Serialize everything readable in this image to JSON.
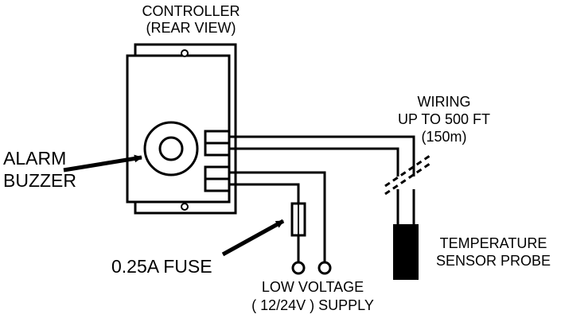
{
  "labels": {
    "controller_line1": "CONTROLLER",
    "controller_line2": "(REAR VIEW)",
    "alarm_line1": "ALARM",
    "alarm_line2": "BUZZER",
    "wiring_line1": "WIRING",
    "wiring_line2": "UP TO 500 FT",
    "wiring_line3": "(150m)",
    "probe_line1": "TEMPERATURE",
    "probe_line2": "SENSOR PROBE",
    "fuse": "0.25A FUSE",
    "supply_line1": "LOW VOLTAGE",
    "supply_line2": "( 12/24V ) SUPPLY"
  },
  "colors": {
    "line": "#000000",
    "background": "#ffffff"
  }
}
